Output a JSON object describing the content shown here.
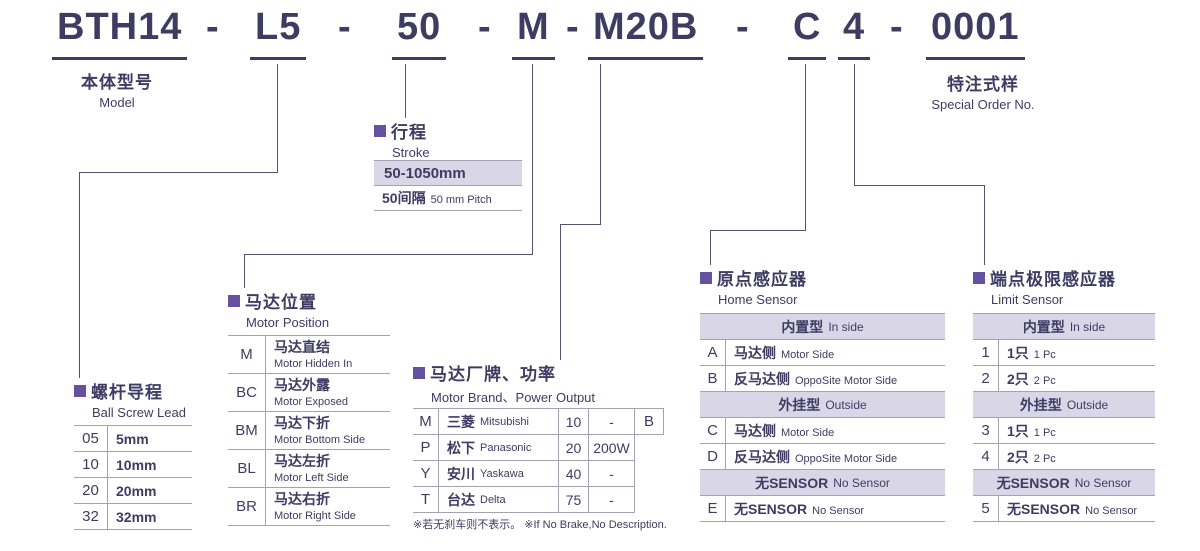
{
  "colors": {
    "text": "#3f3b63",
    "accent_purple": "#64519f",
    "header_bg": "#d9d7e7",
    "table_border": "#a3a1b2",
    "connector_line": "#55516e"
  },
  "model_code": {
    "dash": "-",
    "model": "BTH14",
    "lead": "L5",
    "stroke": "50",
    "position": "M",
    "brand": "M20B",
    "home": "C",
    "limit": "4",
    "special": "0001"
  },
  "model_label": {
    "zh": "本体型号",
    "en": "Model"
  },
  "special_label": {
    "zh": "特注式样",
    "en": "Special Order No."
  },
  "stroke": {
    "title_zh": "行程",
    "title_en": "Stroke",
    "range": "50-1050mm",
    "pitch_zh": "50间隔",
    "pitch_en": "50 mm Pitch"
  },
  "ball_screw_lead": {
    "title_zh": "螺杆导程",
    "title_en": "Ball Screw Lead",
    "rows": [
      {
        "code": "05",
        "value": "5mm"
      },
      {
        "code": "10",
        "value": "10mm"
      },
      {
        "code": "20",
        "value": "20mm"
      },
      {
        "code": "32",
        "value": "32mm"
      }
    ]
  },
  "motor_position": {
    "title_zh": "马达位置",
    "title_en": "Motor Position",
    "rows": [
      {
        "code": "M",
        "zh": "马达直结",
        "en": "Motor Hidden In"
      },
      {
        "code": "BC",
        "zh": "马达外露",
        "en": "Motor Exposed"
      },
      {
        "code": "BM",
        "zh": "马达下折",
        "en": "Motor Bottom Side"
      },
      {
        "code": "BL",
        "zh": "马达左折",
        "en": "Motor Left Side"
      },
      {
        "code": "BR",
        "zh": "马达右折",
        "en": "Motor Right Side"
      }
    ]
  },
  "motor_brand": {
    "title_zh": "马达厂牌、功率",
    "title_en": "Motor Brand、Power Output",
    "rows": [
      {
        "code": "M",
        "zh": "三菱",
        "en": "Mitsubishi",
        "power_code": "10",
        "power": "-",
        "brake": "B"
      },
      {
        "code": "P",
        "zh": "松下",
        "en": "Panasonic",
        "power_code": "20",
        "power": "200W"
      },
      {
        "code": "Y",
        "zh": "安川",
        "en": "Yaskawa",
        "power_code": "40",
        "power": "-"
      },
      {
        "code": "T",
        "zh": "台达",
        "en": "Delta",
        "power_code": "75",
        "power": "-"
      }
    ],
    "note_zh": "※若无刹车则不表示。",
    "note_en": "※If No Brake,No Description."
  },
  "home_sensor": {
    "title_zh": "原点感应器",
    "title_en": "Home Sensor",
    "inside_header": {
      "zh": "内置型",
      "en": "In side"
    },
    "outside_header": {
      "zh": "外挂型",
      "en": "Outside"
    },
    "none_header": {
      "zh": "无SENSOR",
      "en": "No Sensor"
    },
    "rows_inside": [
      {
        "code": "A",
        "zh": "马达侧",
        "en": "Motor Side"
      },
      {
        "code": "B",
        "zh": "反马达侧",
        "en": "OppoSite Motor Side"
      }
    ],
    "rows_outside": [
      {
        "code": "C",
        "zh": "马达侧",
        "en": "Motor Side"
      },
      {
        "code": "D",
        "zh": "反马达侧",
        "en": "OppoSite Motor Side"
      }
    ],
    "rows_none": [
      {
        "code": "E",
        "zh": "无SENSOR",
        "en": "No Sensor"
      }
    ]
  },
  "limit_sensor": {
    "title_zh": "端点极限感应器",
    "title_en": "Limit Sensor",
    "inside_header": {
      "zh": "内置型",
      "en": "In side"
    },
    "outside_header": {
      "zh": "外挂型",
      "en": "Outside"
    },
    "none_header": {
      "zh": "无SENSOR",
      "en": "No Sensor"
    },
    "rows_inside": [
      {
        "code": "1",
        "zh": "1只",
        "en": "1 Pc"
      },
      {
        "code": "2",
        "zh": "2只",
        "en": "2 Pc"
      }
    ],
    "rows_outside": [
      {
        "code": "3",
        "zh": "1只",
        "en": "1 Pc"
      },
      {
        "code": "4",
        "zh": "2只",
        "en": "2 Pc"
      }
    ],
    "rows_none": [
      {
        "code": "5",
        "zh": "无SENSOR",
        "en": "No Sensor"
      }
    ]
  }
}
